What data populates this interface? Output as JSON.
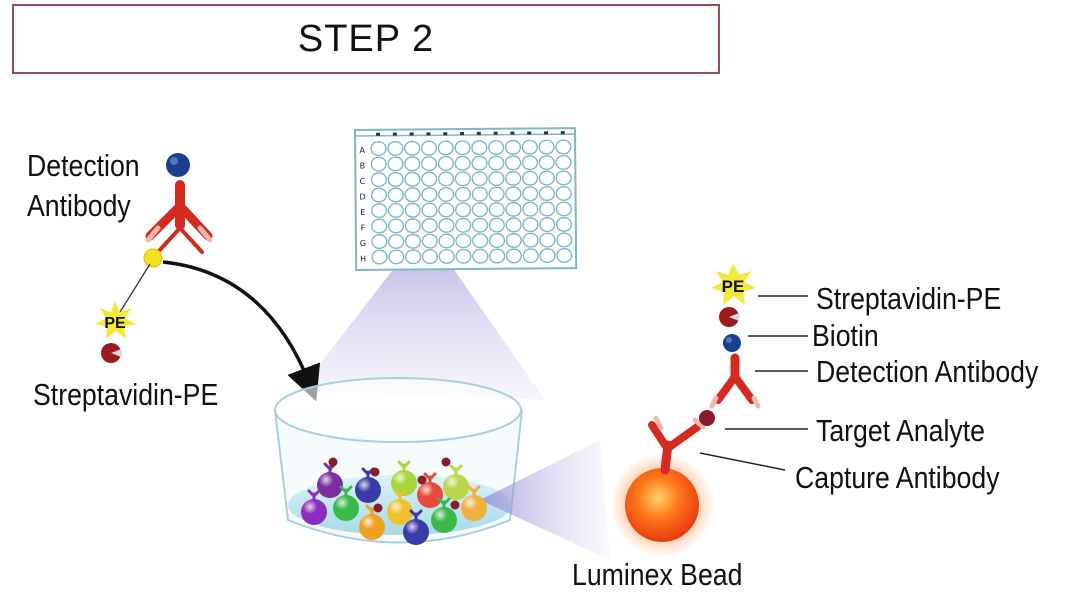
{
  "title": "STEP 2",
  "left_labels": {
    "detection_antibody_line1": "Detection",
    "detection_antibody_line2": "Antibody",
    "pe_tag": "PE",
    "streptavidin": "Streptavidin-PE"
  },
  "right_labels": {
    "pe_tag": "PE",
    "streptavidin": "Streptavidin-PE",
    "biotin": "Biotin",
    "detection_antibody": "Detection Antibody",
    "target_analyte": "Target Analyte",
    "capture_antibody": "Capture Antibody",
    "bead": "Luminex Bead"
  },
  "plate_row_letters": [
    "A",
    "B",
    "C",
    "D",
    "E",
    "F",
    "G",
    "H"
  ],
  "colors": {
    "antibody": "#d42a20",
    "biotin": "#1a3f8f",
    "pe_star": "#f5e83a",
    "streptavidin": "#8b1a1a",
    "bead": "#f05a10",
    "plate_grid": "#7fb7c9",
    "beam": "#9a8fd8",
    "title_border": "#a04a55"
  }
}
